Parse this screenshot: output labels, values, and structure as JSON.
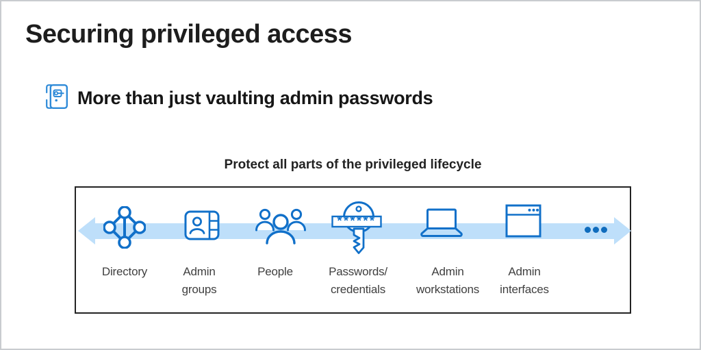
{
  "slide": {
    "title": "Securing privileged access",
    "subtitle": {
      "icon": "safe-icon",
      "text": "More than just vaulting admin passwords"
    },
    "diagram": {
      "heading": "Protect all parts of the privileged lifecycle",
      "arrow": {
        "style": "double-headed-lifecycle-band",
        "more_indicator": "ellipsis"
      },
      "items": [
        {
          "icon": "directory-icon",
          "label": "Directory"
        },
        {
          "icon": "admin-groups-icon",
          "label": "Admin\ngroups"
        },
        {
          "icon": "people-icon",
          "label": "People"
        },
        {
          "icon": "passwords-key-icon",
          "label": "Passwords/\ncredentials",
          "masked_value": "******"
        },
        {
          "icon": "admin-workstations-icon",
          "label": "Admin\nworkstations"
        },
        {
          "icon": "admin-interfaces-icon",
          "label": "Admin\ninterfaces"
        }
      ]
    },
    "colors": {
      "accent_blue": "#1170C9",
      "band_light_blue": "#BEDFFA",
      "ellipsis_dot_blue": "#0F6CBD",
      "safe_icon_blue": "#2E8AD8",
      "title_text": "#1d1d1d",
      "label_text": "#3f3f3f"
    }
  }
}
